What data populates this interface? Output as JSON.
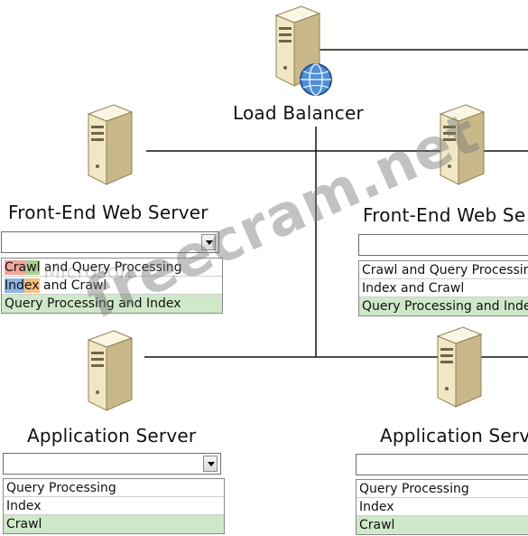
{
  "load_balancer": {
    "label": "Load  Balancer"
  },
  "front_end_left": {
    "label": "Front-End Web Server",
    "options": [
      {
        "prefix_parts": [
          "Cra",
          "wl"
        ],
        "text": " and Query Processing",
        "selected": false
      },
      {
        "prefix_parts": [
          "Ind",
          "ex"
        ],
        "text": " and Crawl",
        "selected": false
      },
      {
        "prefix_parts": [],
        "text": "Query Processing and Index",
        "selected": true
      }
    ]
  },
  "front_end_right": {
    "label": "Front-End Web Se",
    "options": [
      {
        "text": "Crawl and Query Processin",
        "selected": false
      },
      {
        "text": "Index and Crawl",
        "selected": false
      },
      {
        "text": "Query Processing and Inde",
        "selected": true
      }
    ]
  },
  "app_left": {
    "label": "Application Server",
    "options": [
      {
        "text": "Query Processing",
        "selected": false
      },
      {
        "text": "Index",
        "selected": false
      },
      {
        "text": "Crawl",
        "selected": true
      }
    ]
  },
  "app_right": {
    "label": "Application Serv",
    "options": [
      {
        "text": "Query Processing",
        "selected": false
      },
      {
        "text": "Index",
        "selected": false
      },
      {
        "text": "Crawl",
        "selected": true
      }
    ]
  },
  "watermark": {
    "text": "freecram.net",
    "ms_text": "Microsoft"
  },
  "colors": {
    "selected": "#cfe8c9",
    "server_body": "#f1e7c4",
    "server_shadow": "#b9a978",
    "wire": "#111111",
    "crawl_red": "#f2a59a",
    "crawl_green": "#a9d08e",
    "index_blue": "#8fb4e3",
    "index_orange": "#f7c07a"
  },
  "icons": {
    "server": "server-tower-icon",
    "globe": "globe-icon",
    "dropdown": "chevron-down-icon"
  }
}
